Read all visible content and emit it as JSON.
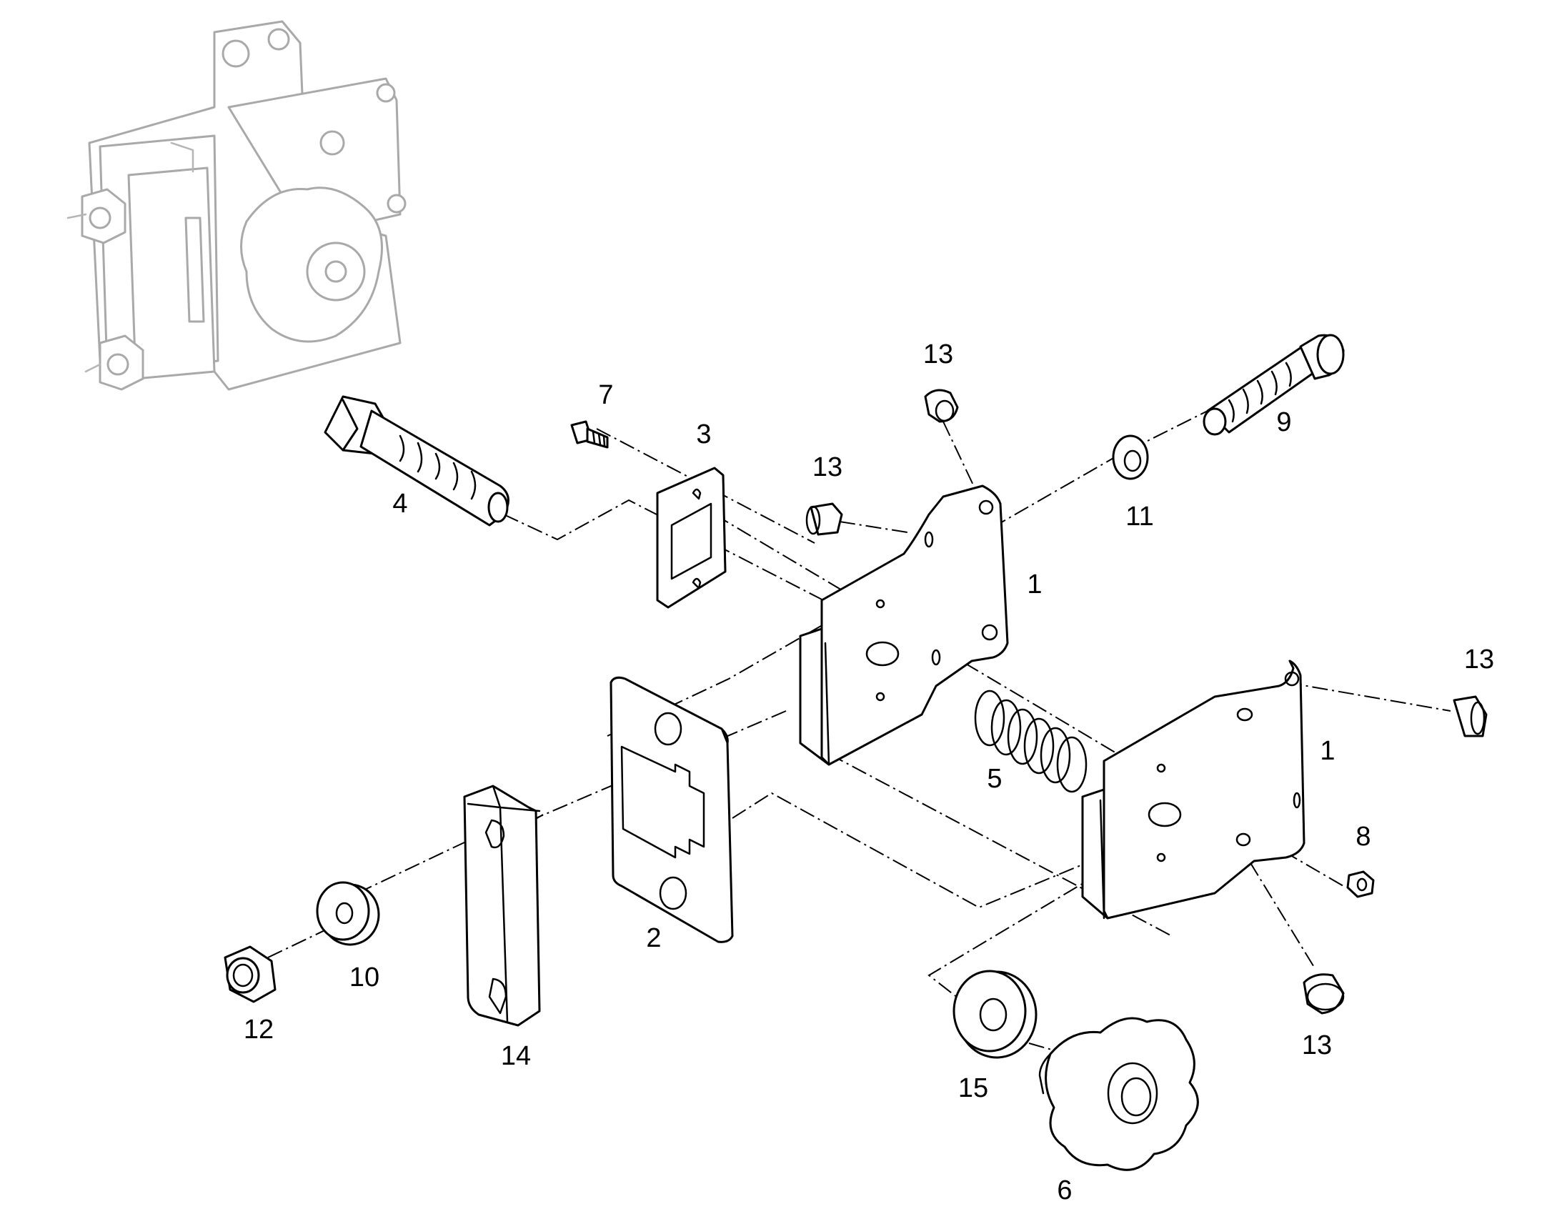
{
  "callouts": {
    "c1a": "1",
    "c1b": "1",
    "c2": "2",
    "c3": "3",
    "c4": "4",
    "c5": "5",
    "c6": "6",
    "c7": "7",
    "c8": "8",
    "c9": "9",
    "c10": "10",
    "c11": "11",
    "c12": "12",
    "c13a": "13",
    "c13b": "13",
    "c13c": "13",
    "c13d": "13",
    "c14": "14",
    "c15": "15"
  },
  "colors": {
    "line": "#000000",
    "ghost_assembly": "#a9a9a9",
    "background": "#ffffff"
  }
}
